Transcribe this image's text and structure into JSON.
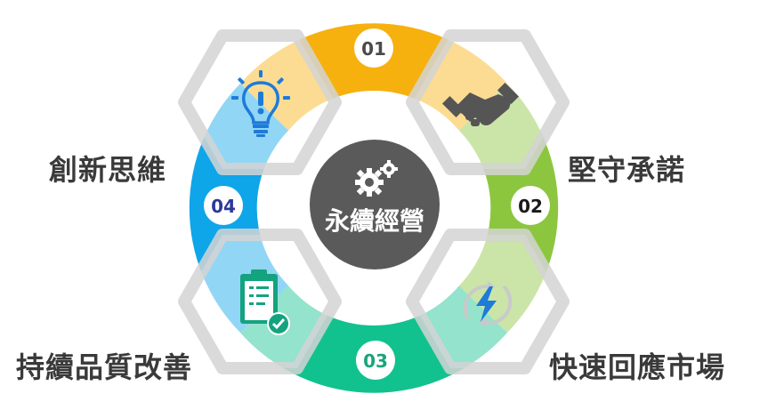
{
  "center": {
    "title": "永續經營",
    "icon": "gears-icon"
  },
  "steps": [
    {
      "number": "01",
      "label": "創新思維",
      "icon": "lightbulb-icon",
      "color": "#f6b10e",
      "number_color": "#4a4a4a"
    },
    {
      "number": "02",
      "label": "堅守承諾",
      "icon": "handshake-icon",
      "color": "#8cc63f",
      "number_color": "#1a1a1a"
    },
    {
      "number": "03",
      "label": "快速回應市場",
      "icon": "lightning-refresh-icon",
      "color": "#12c28e",
      "number_color": "#19a57a"
    },
    {
      "number": "04",
      "label": "持續品質改善",
      "icon": "checklist-icon",
      "color": "#0ea5e9",
      "number_color": "#2a3a9a"
    }
  ],
  "colors": {
    "hexagon_fill": "#ffffff",
    "hexagon_stroke": "#d3d3d3",
    "center_fill": "#5a5a5a",
    "icon_blue": "#1e7bd8",
    "icon_dark": "#555555",
    "icon_green": "#14a37f"
  }
}
